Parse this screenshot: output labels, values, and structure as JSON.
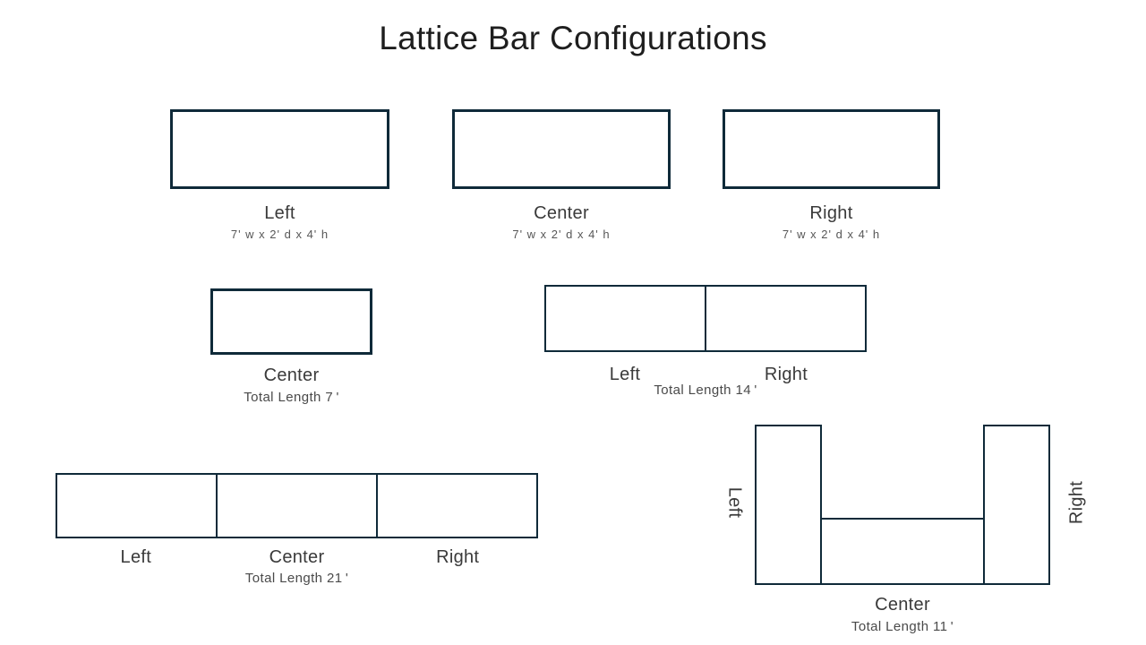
{
  "title": "Lattice Bar Configurations",
  "colors": {
    "outline": "#0f2a39",
    "title": "#1e1e1e",
    "label": "#3a3a3a",
    "secondary": "#575757"
  },
  "single_bars": [
    {
      "label": "Left",
      "dims": "7' w x 2' d x 4' h"
    },
    {
      "label": "Center",
      "dims": "7' w x 2' d x 4' h"
    },
    {
      "label": "Right",
      "dims": "7' w x 2' d x 4' h"
    }
  ],
  "center_only": {
    "label": "Center",
    "total": "Total Length 7 '"
  },
  "left_right": {
    "left_label": "Left",
    "right_label": "Right",
    "total": "Total Length 14 '"
  },
  "left_center_right": {
    "left_label": "Left",
    "center_label": "Center",
    "right_label": "Right",
    "total": "Total Length 21 '"
  },
  "u_shape": {
    "left_label": "Left",
    "right_label": "Right",
    "center_label": "Center",
    "total": "Total Length 11 '"
  }
}
